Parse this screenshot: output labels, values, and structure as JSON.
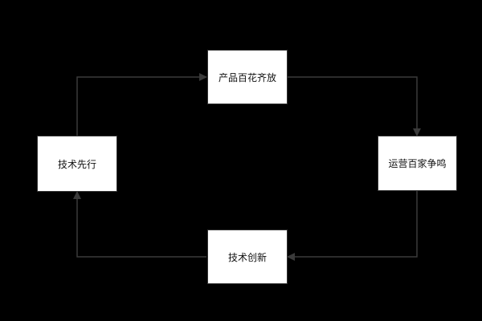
{
  "nodes": {
    "top": "产品百花齐放",
    "right": "运营百家争鸣",
    "bottom": "技术创新",
    "left": "技术先行"
  },
  "colors": {
    "background": "#000000",
    "node": "#ffffff",
    "edge": "#444444"
  }
}
